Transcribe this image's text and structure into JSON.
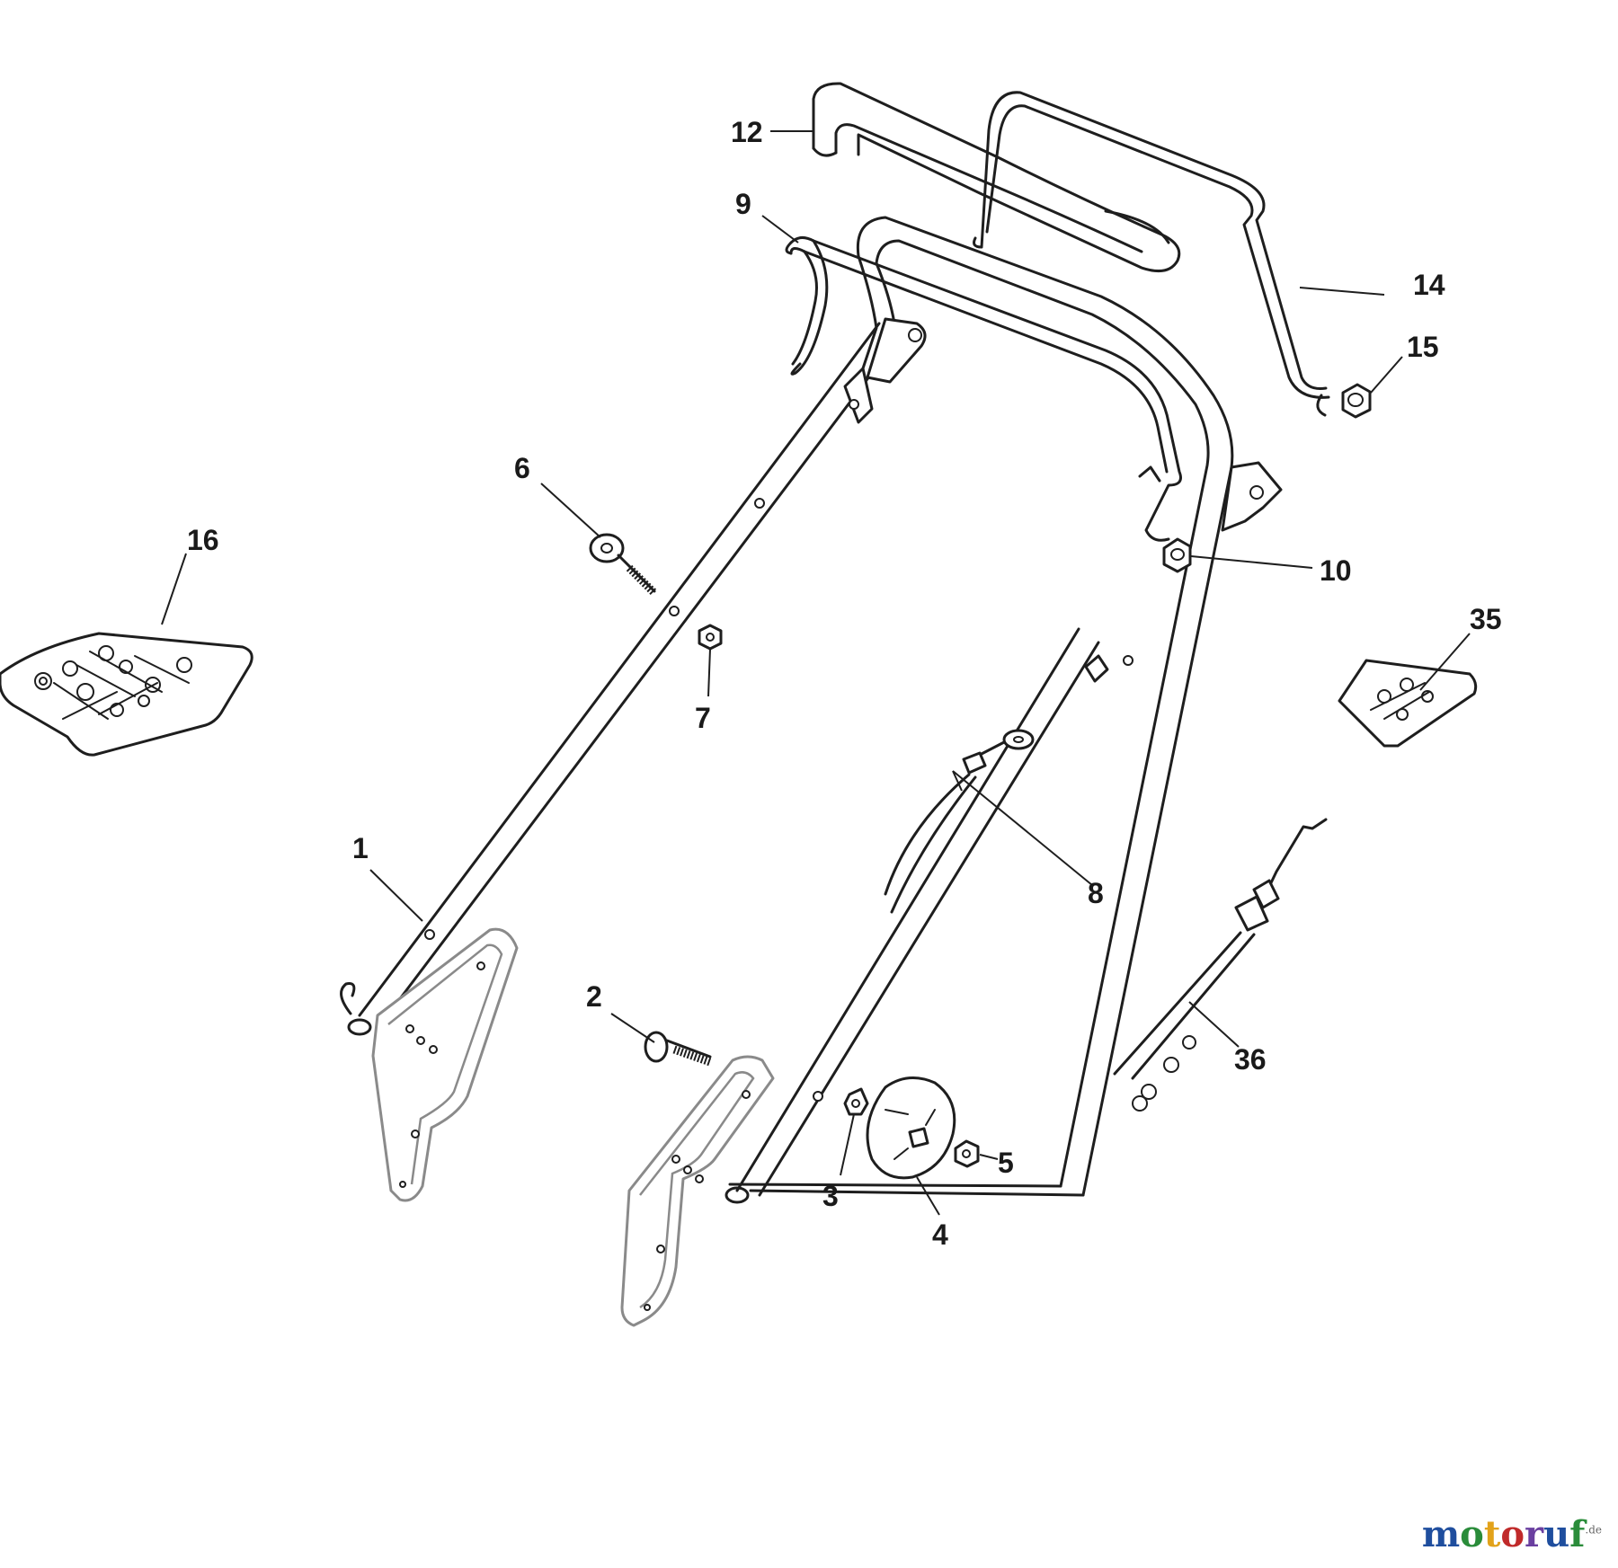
{
  "diagram": {
    "callouts": [
      "1",
      "2",
      "3",
      "4",
      "5",
      "6",
      "7",
      "8",
      "9",
      "10",
      "12",
      "14",
      "15",
      "16",
      "35",
      "36"
    ]
  },
  "watermark": {
    "letters": [
      "m",
      "o",
      "t",
      "o",
      "r",
      "u",
      "f"
    ],
    "colors": [
      "#1f4e9e",
      "#2a8c3a",
      "#e2a21a",
      "#c02a2a",
      "#6a3fa0",
      "#1f4e9e",
      "#2a8c3a"
    ],
    "suffix": ".de"
  }
}
